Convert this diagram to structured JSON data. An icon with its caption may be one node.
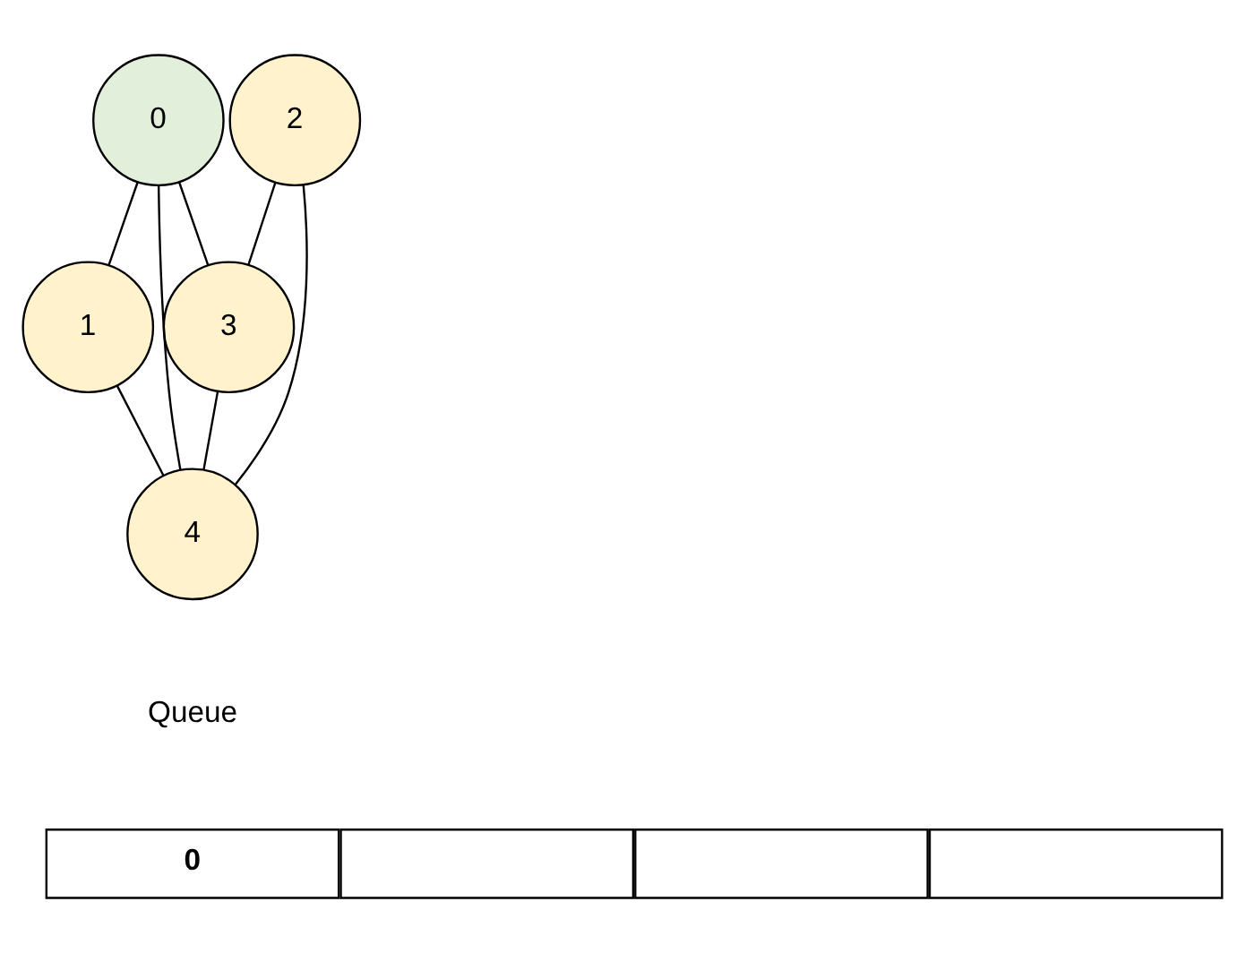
{
  "diagram": {
    "nodes": [
      {
        "text": [
          "0"
        ]
      },
      {
        "text": [
          "1"
        ]
      },
      {
        "text": [
          "2"
        ]
      },
      {
        "text": [
          "3"
        ]
      },
      {
        "text": [
          "4"
        ]
      },
      {
        "text": [
          "0"
        ]
      },
      {
        "text": [],
        "shape": "box"
      },
      {
        "text": [],
        "shape": "box"
      },
      {
        "text": [],
        "shape": "box"
      }
    ],
    "edges": [
      {
        "from": 0,
        "to": 1,
        "arrow": "none"
      },
      {
        "from": 0,
        "to": 4,
        "arrow": "none"
      },
      {
        "from": 0,
        "to": 3,
        "arrow": "none"
      },
      {
        "from": 1,
        "to": 4,
        "arrow": "none"
      },
      {
        "from": 2,
        "to": 3,
        "arrow": "none"
      },
      {
        "from": 2,
        "to": 4,
        "arrow": "none"
      },
      {
        "from": 3,
        "to": 4,
        "arrow": "none"
      }
    ],
    "labels": [
      "Queue"
    ]
  }
}
